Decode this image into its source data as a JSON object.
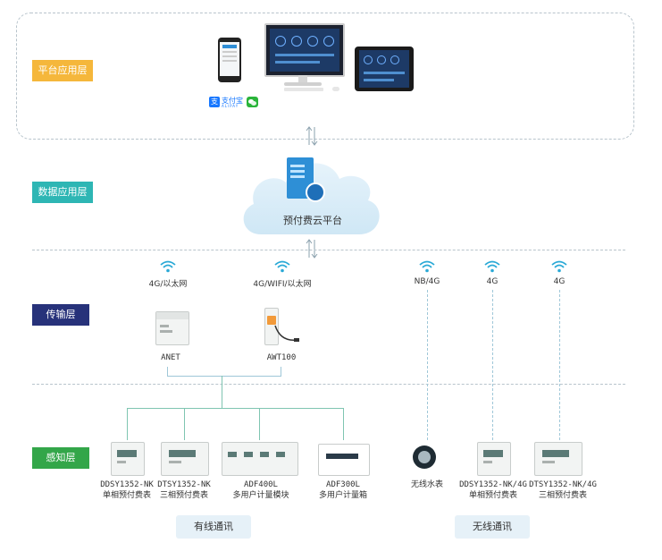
{
  "layers": {
    "platform": "平台应用层",
    "data": "数据应用层",
    "transport": "传输层",
    "sensing": "感知层"
  },
  "cloud_label": "预付费云平台",
  "payment": {
    "alipay_text": "支付宝",
    "alipay_sub": "ALIPAY"
  },
  "gateways": [
    {
      "network": "4G/以太网",
      "device": "ANET"
    },
    {
      "network": "4G/WIFI/以太网",
      "device": "AWT100"
    }
  ],
  "wireless_networks": [
    "NB/4G",
    "4G",
    "4G"
  ],
  "devices": [
    {
      "line1": "DDSY1352-NK",
      "line2": "单相预付费表"
    },
    {
      "line1": "DTSY1352-NK",
      "line2": "三相预付费表"
    },
    {
      "line1": "ADF400L",
      "line2": "多用户计量模块"
    },
    {
      "line1": "ADF300L",
      "line2": "多用户计量箱"
    },
    {
      "line1": "无线水表",
      "line2": ""
    },
    {
      "line1": "DDSY1352-NK/4G",
      "line2": "单相预付费表"
    },
    {
      "line1": "DTSY1352-NK/4G",
      "line2": "三相预付费表"
    }
  ],
  "comm": {
    "wired": "有线通讯",
    "wireless": "无线通讯"
  },
  "colors": {
    "platform_badge": "#f5b73b",
    "data_badge": "#2eb6b4",
    "transport_badge": "#27327a",
    "sensing_badge": "#33a649",
    "tree_line": "#7fc5b1"
  }
}
